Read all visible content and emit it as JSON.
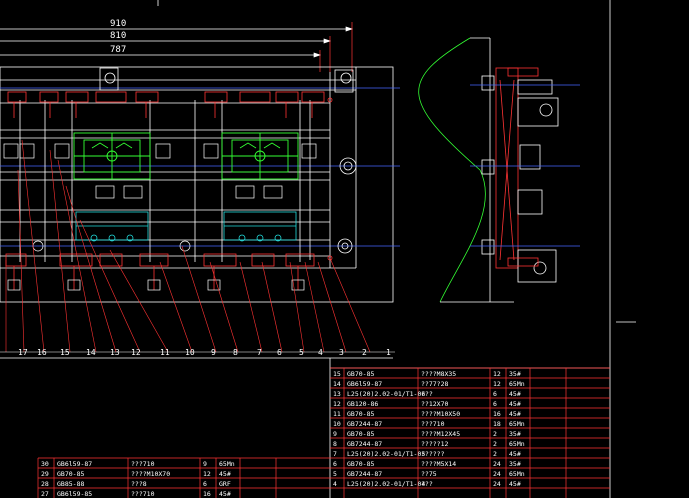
{
  "dimensions": [
    "910",
    "810",
    "787"
  ],
  "balloons": [
    "17",
    "16",
    "15",
    "14",
    "13",
    "12",
    "11",
    "10",
    "9",
    "8",
    "7",
    "6",
    "5",
    "4",
    "3",
    "2",
    "1"
  ],
  "bom_right": [
    {
      "no": "15",
      "std": "GB70-85",
      "name": "????M8X35",
      "qty": "12",
      "mat": "35#"
    },
    {
      "no": "14",
      "std": "GB6l59-87",
      "name": "??77?28",
      "qty": "12",
      "mat": "65Mn"
    },
    {
      "no": "13",
      "std": "L25(20)2.02-01/T1-06",
      "name": "???",
      "qty": "6",
      "mat": "45#"
    },
    {
      "no": "12",
      "std": "GB120-86",
      "name": "??12X70",
      "qty": "6",
      "mat": "45#"
    },
    {
      "no": "11",
      "std": "GB70-85",
      "name": "????M10X50",
      "qty": "16",
      "mat": "45#"
    },
    {
      "no": "10",
      "std": "GB7244-87",
      "name": "???710",
      "qty": "18",
      "mat": "65Mn"
    },
    {
      "no": "9",
      "std": "GB70-85",
      "name": "????M12X45",
      "qty": "2",
      "mat": "35#"
    },
    {
      "no": "8",
      "std": "GB7244-87",
      "name": "?????12",
      "qty": "2",
      "mat": "65Mn"
    },
    {
      "no": "7",
      "std": "L25(20)2.02-01/T1-05",
      "name": "??????",
      "qty": "2",
      "mat": "45#"
    },
    {
      "no": "6",
      "std": "GB70-85",
      "name": "????M5X14",
      "qty": "24",
      "mat": "35#"
    },
    {
      "no": "5",
      "std": "GB7244-87",
      "name": "??75",
      "qty": "24",
      "mat": "65Mn"
    },
    {
      "no": "4",
      "std": "L25(20)2.02-01/T1-04",
      "name": "???",
      "qty": "24",
      "mat": "45#"
    }
  ],
  "bom_left": [
    {
      "no": "30",
      "std": "GB6l59-87",
      "name": "???710",
      "qty": "9",
      "mat": "65Mn"
    },
    {
      "no": "29",
      "std": "GB70-85",
      "name": "????M10X70",
      "qty": "12",
      "mat": "45#"
    },
    {
      "no": "28",
      "std": "GB85-88",
      "name": "???8",
      "qty": "6",
      "mat": "GRF"
    },
    {
      "no": "27",
      "std": "GB6l59-85",
      "name": "???710",
      "qty": "16",
      "mat": "45#"
    }
  ]
}
